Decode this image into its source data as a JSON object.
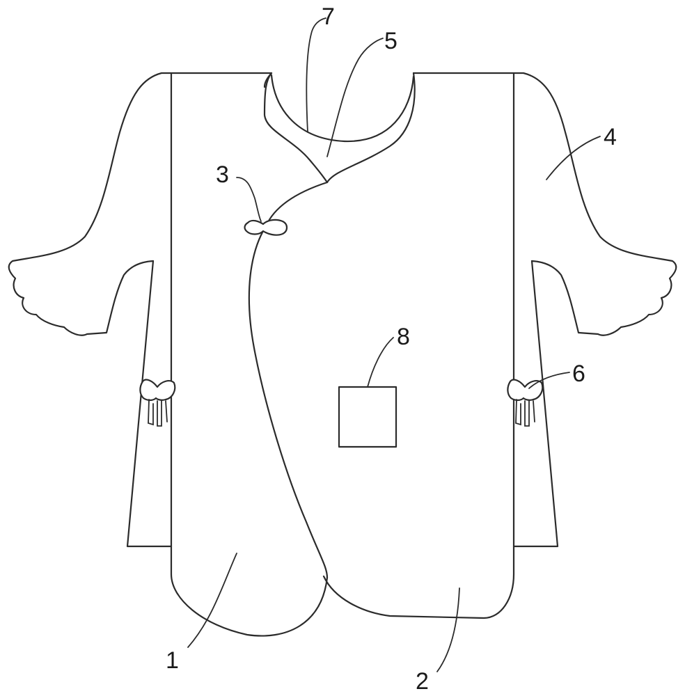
{
  "figure": {
    "labels": {
      "l1": "1",
      "l2": "2",
      "l3": "3",
      "l4": "4",
      "l5": "5",
      "l6": "6",
      "l7": "7",
      "l8": "8"
    }
  }
}
